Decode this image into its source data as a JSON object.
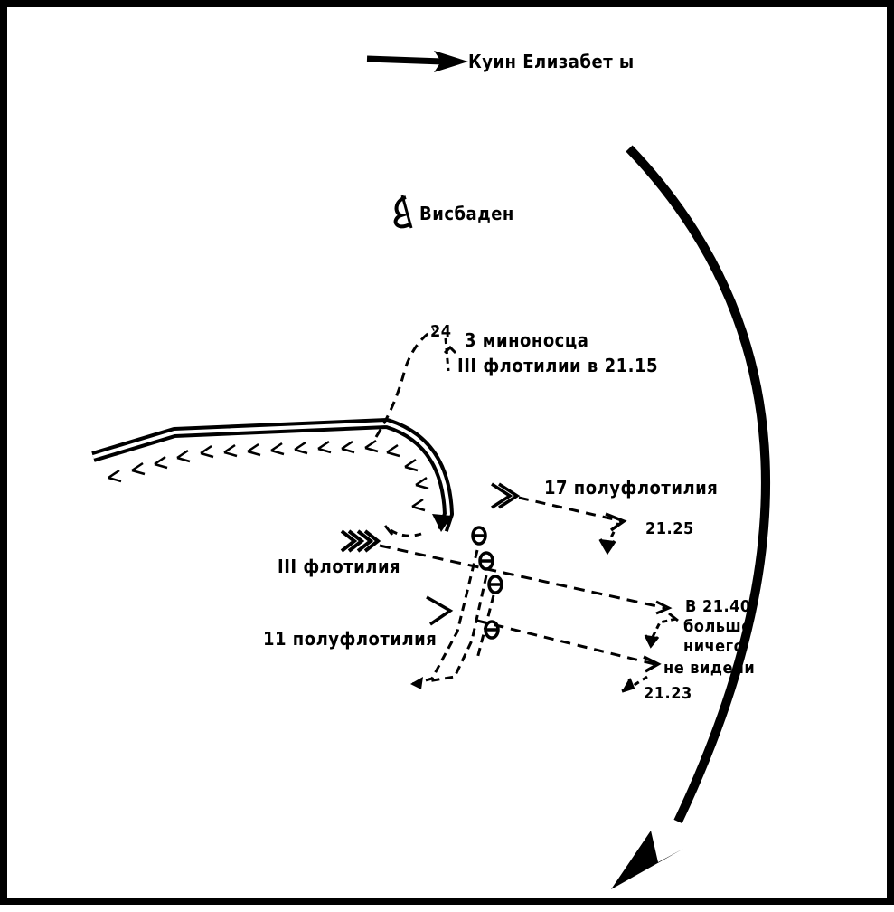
{
  "labels": {
    "queen_elizabeth": "Куин Елизабет ы",
    "wiesbaden": "Висбаден",
    "three_destroyers_line1": "3 миноносца",
    "three_destroyers_line2": "III флотилии в 21.15",
    "flotilla_3": "III флотилия",
    "half_flotilla_11": "11 полуфлотилия",
    "half_flotilla_17": "17 полуфлотилия",
    "time_2125": "21.25",
    "time_2123": "21.23",
    "nothing_seen_line1": "В 21.40",
    "nothing_seen_line2": "больше",
    "nothing_seen_line3": "ничего",
    "nothing_seen_line4": "не видели",
    "marker_24": "24"
  },
  "colors": {
    "ink": "#000000",
    "paper": "#ffffff"
  }
}
